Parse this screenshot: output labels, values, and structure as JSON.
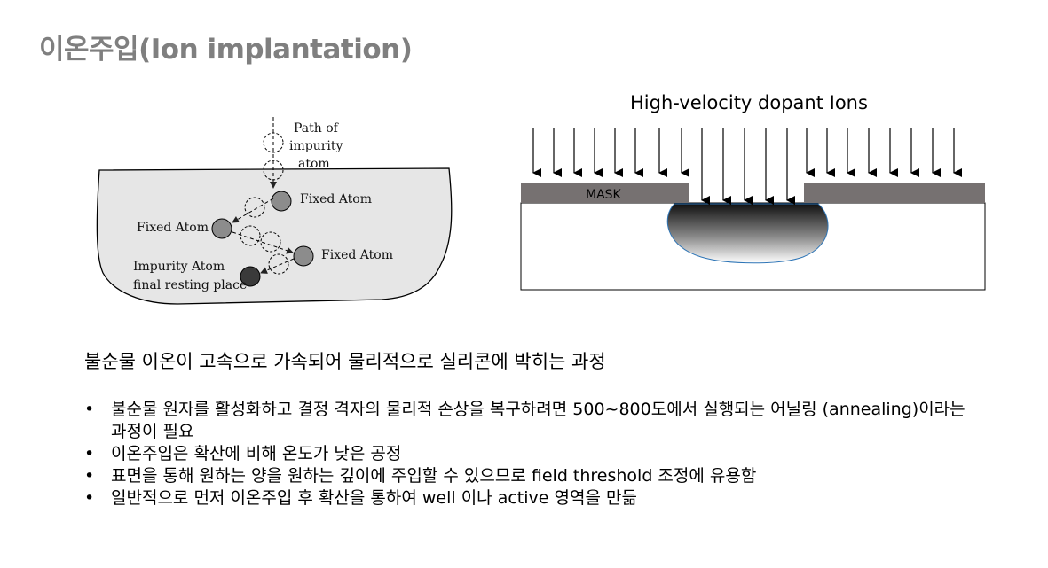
{
  "title": "이온주입(Ion implantation)",
  "left_diagram": {
    "path_label": [
      "Path of",
      "impurity",
      "atom"
    ],
    "fixed_atom_1": "Fixed Atom",
    "fixed_atom_2": "Fixed Atom",
    "fixed_atom_3": "Fixed Atom",
    "impurity_label": [
      "Impurity Atom",
      "final resting place"
    ]
  },
  "right_diagram": {
    "heading": "High-velocity dopant Ions",
    "mask_label": "MASK"
  },
  "summary": "불순물 이온이 고속으로 가속되어 물리적으로 실리콘에 박히는 과정",
  "bullets": [
    "불순물 원자를 활성화하고 결정 격자의 물리적 손상을 복구하려면 500~800도에서 실행되는 어닐링 (annealing)이라는 과정이 필요",
    "이온주입은 확산에 비해 온도가 낮은 공정",
    "표면을 통해 원하는 양을 원하는 깊이에 주입할 수 있으므로 field threshold 조정에 유용함",
    "일반적으로 먼저 이온주입 후 확산을 통하여 well 이나 active 영역을 만듦"
  ],
  "bullet_symbol": "•"
}
